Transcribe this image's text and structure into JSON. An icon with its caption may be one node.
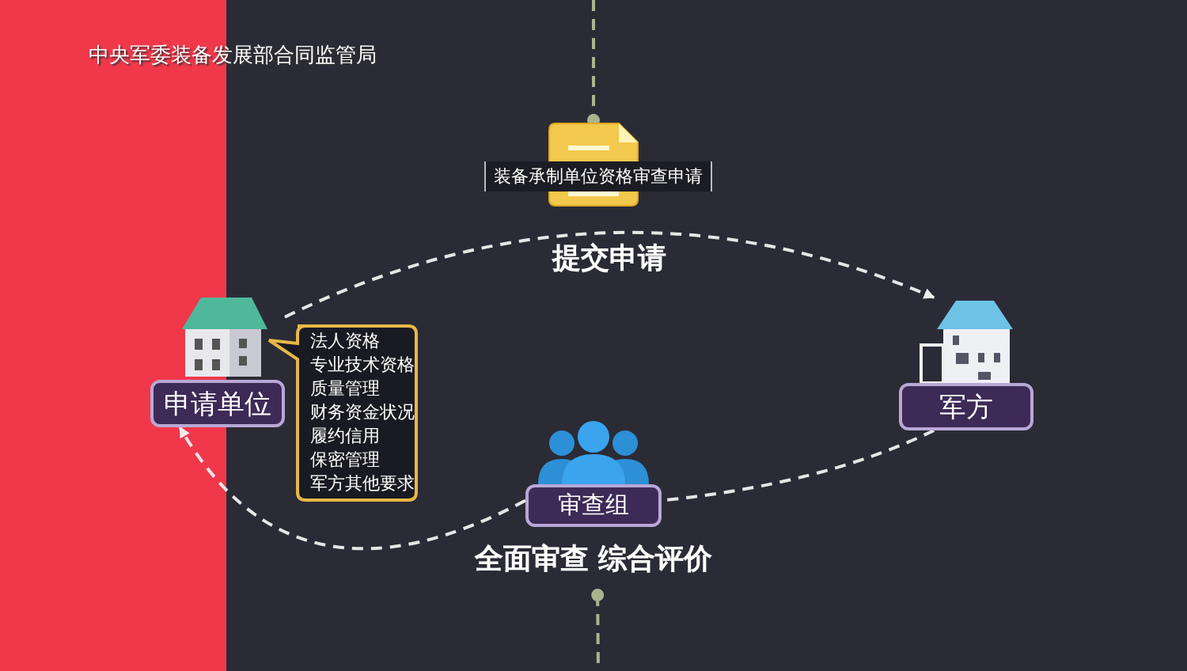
{
  "diagram": {
    "title": "中央军委装备发展部合同监管局",
    "nodes": [
      {
        "text": [
          "申请单位"
        ]
      },
      {
        "text": [
          "法人资格",
          "专业技术资格",
          "质量管理",
          "财务资金状况",
          "履约信用",
          "保密管理",
          "军方其他要求"
        ]
      },
      {
        "text": [
          "装备承制单位资格审查申请"
        ]
      },
      {
        "text": [
          "军方"
        ]
      },
      {
        "text": [
          "审查组"
        ],
        "beside": [
          "全面审查  综合评价"
        ]
      }
    ],
    "edges": [
      {
        "from": 0,
        "to": 3,
        "arrow": "to",
        "label": "提交申请"
      },
      {
        "from": 3,
        "to": 4,
        "arrow": "none"
      },
      {
        "from": 4,
        "to": 0,
        "arrow": "to"
      },
      {
        "from": null,
        "to": 2,
        "arrow": "other",
        "color": "#a9b48c"
      },
      {
        "from": 4,
        "to": null,
        "arrow": "other",
        "color": "#a9b48c"
      }
    ]
  }
}
